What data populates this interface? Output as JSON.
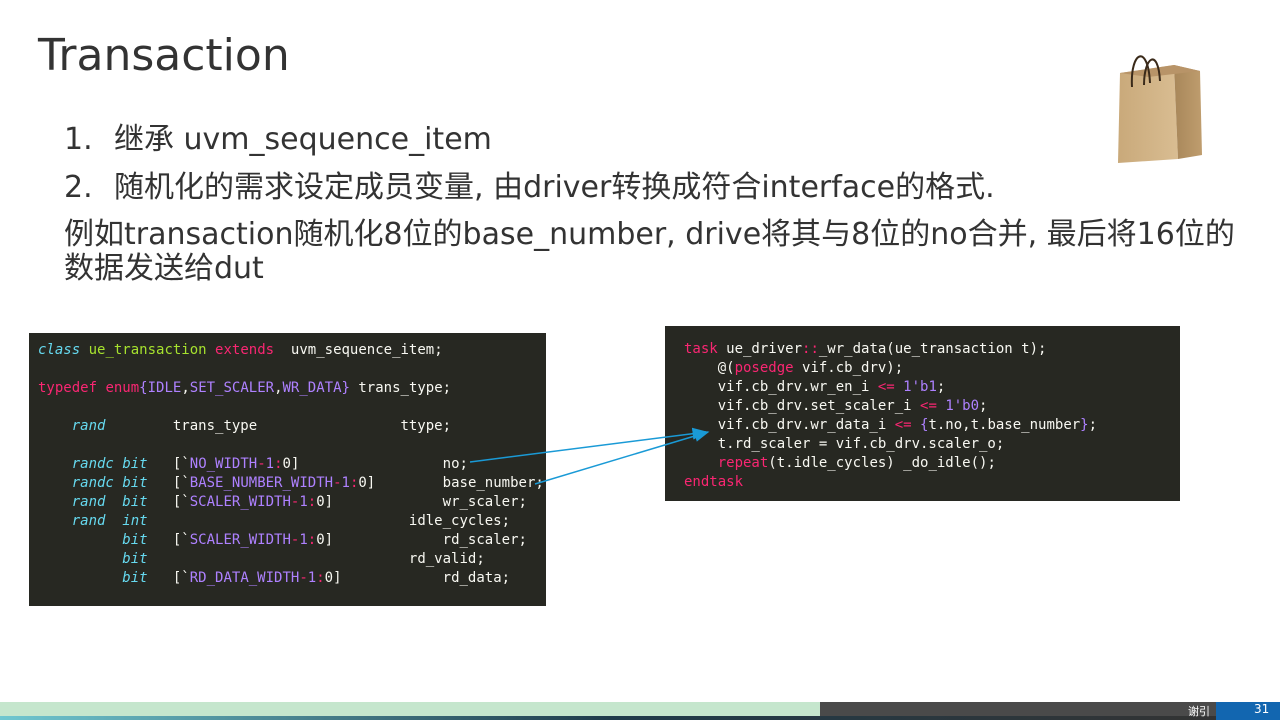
{
  "slide": {
    "title": "Transaction",
    "bullets": [
      {
        "num": "1.",
        "text": "继承 uvm_sequence_item"
      },
      {
        "num": "2.",
        "text": "随机化的需求设定成员变量, 由driver转换成符合interface的格式."
      }
    ],
    "paragraph": "例如transaction随机化8位的base_number, drive将其与8位的no合并, 最后将16位的数据发送给dut",
    "footer": {
      "label": "谢引",
      "page": "31"
    }
  },
  "code_left": [
    [
      [
        "class",
        "kw-it"
      ],
      [
        " ",
        ""
      ],
      [
        "ue_transaction",
        "cls"
      ],
      [
        " ",
        ""
      ],
      [
        "extends",
        "kw"
      ],
      [
        "  uvm_sequence_item;",
        ""
      ]
    ],
    [
      [
        "",
        ""
      ]
    ],
    [
      [
        "typedef",
        "kw"
      ],
      [
        " ",
        ""
      ],
      [
        "enum",
        "kw"
      ],
      [
        "{",
        "ty"
      ],
      [
        "IDLE",
        "ty"
      ],
      [
        ",",
        ""
      ],
      [
        "SET_SCALER",
        "ty"
      ],
      [
        ",",
        ""
      ],
      [
        "WR_DATA",
        "ty"
      ],
      [
        "}",
        "ty"
      ],
      [
        " trans_type;",
        ""
      ]
    ],
    [
      [
        "",
        ""
      ]
    ],
    [
      [
        "    ",
        ""
      ],
      [
        "rand",
        "kw-it"
      ],
      [
        "        trans_type                 ttype;",
        ""
      ]
    ],
    [
      [
        "",
        ""
      ]
    ],
    [
      [
        "    ",
        ""
      ],
      [
        "randc",
        "kw-it"
      ],
      [
        " ",
        ""
      ],
      [
        "bit",
        "kw-it"
      ],
      [
        "   [`",
        ""
      ],
      [
        "NO_WIDTH",
        "ty"
      ],
      [
        "-",
        "kw"
      ],
      [
        "1",
        "ty"
      ],
      [
        ":",
        "kw"
      ],
      [
        "0]                 no;",
        ""
      ]
    ],
    [
      [
        "    ",
        ""
      ],
      [
        "randc",
        "kw-it"
      ],
      [
        " ",
        ""
      ],
      [
        "bit",
        "kw-it"
      ],
      [
        "   [`",
        ""
      ],
      [
        "BASE_NUMBER_WIDTH",
        "ty"
      ],
      [
        "-",
        "kw"
      ],
      [
        "1",
        "ty"
      ],
      [
        ":",
        "kw"
      ],
      [
        "0]        base_number;",
        ""
      ]
    ],
    [
      [
        "    ",
        ""
      ],
      [
        "rand",
        "kw-it"
      ],
      [
        "  ",
        ""
      ],
      [
        "bit",
        "kw-it"
      ],
      [
        "   [`",
        ""
      ],
      [
        "SCALER_WIDTH",
        "ty"
      ],
      [
        "-",
        "kw"
      ],
      [
        "1",
        "ty"
      ],
      [
        ":",
        "kw"
      ],
      [
        "0]             wr_scaler;",
        ""
      ]
    ],
    [
      [
        "    ",
        ""
      ],
      [
        "rand",
        "kw-it"
      ],
      [
        "  ",
        ""
      ],
      [
        "int",
        "kw-it"
      ],
      [
        "                               idle_cycles;",
        ""
      ]
    ],
    [
      [
        "          ",
        ""
      ],
      [
        "bit",
        "kw-it"
      ],
      [
        "   [`",
        ""
      ],
      [
        "SCALER_WIDTH",
        "ty"
      ],
      [
        "-",
        "kw"
      ],
      [
        "1",
        "ty"
      ],
      [
        ":",
        "kw"
      ],
      [
        "0]             rd_scaler;",
        ""
      ]
    ],
    [
      [
        "          ",
        ""
      ],
      [
        "bit",
        "kw-it"
      ],
      [
        "                               rd_valid;",
        ""
      ]
    ],
    [
      [
        "          ",
        ""
      ],
      [
        "bit",
        "kw-it"
      ],
      [
        "   [`",
        ""
      ],
      [
        "RD_DATA_WIDTH",
        "ty"
      ],
      [
        "-",
        "kw"
      ],
      [
        "1",
        "ty"
      ],
      [
        ":",
        "kw"
      ],
      [
        "0]            rd_data;",
        ""
      ]
    ]
  ],
  "code_right": [
    [
      [
        "task",
        "kw"
      ],
      [
        " ue_driver",
        ""
      ],
      [
        "::",
        "kw"
      ],
      [
        "_wr_data(ue_transaction t);",
        ""
      ]
    ],
    [
      [
        "    @(",
        ""
      ],
      [
        "posedge",
        "kw"
      ],
      [
        " vif.cb_drv);",
        ""
      ]
    ],
    [
      [
        "    vif.cb_drv.wr_en_i ",
        ""
      ],
      [
        "<=",
        "kw"
      ],
      [
        " ",
        ""
      ],
      [
        "1'b1",
        "ty"
      ],
      [
        ";",
        ""
      ]
    ],
    [
      [
        "    vif.cb_drv.set_scaler_i ",
        ""
      ],
      [
        "<=",
        "kw"
      ],
      [
        " ",
        ""
      ],
      [
        "1'b0",
        "ty"
      ],
      [
        ";",
        ""
      ]
    ],
    [
      [
        "    vif.cb_drv.wr_data_i ",
        ""
      ],
      [
        "<=",
        "kw"
      ],
      [
        " ",
        ""
      ],
      [
        "{",
        "ty"
      ],
      [
        "t.no,t.base_number",
        ""
      ],
      [
        "}",
        "ty"
      ],
      [
        ";",
        ""
      ]
    ],
    [
      [
        "    t.rd_scaler = vif.cb_drv.scaler_o;",
        ""
      ]
    ],
    [
      [
        "    ",
        ""
      ],
      [
        "repeat",
        "kw"
      ],
      [
        "(t.idle_cycles) _do_idle();",
        ""
      ]
    ],
    [
      [
        "endtask",
        "kw"
      ]
    ]
  ]
}
